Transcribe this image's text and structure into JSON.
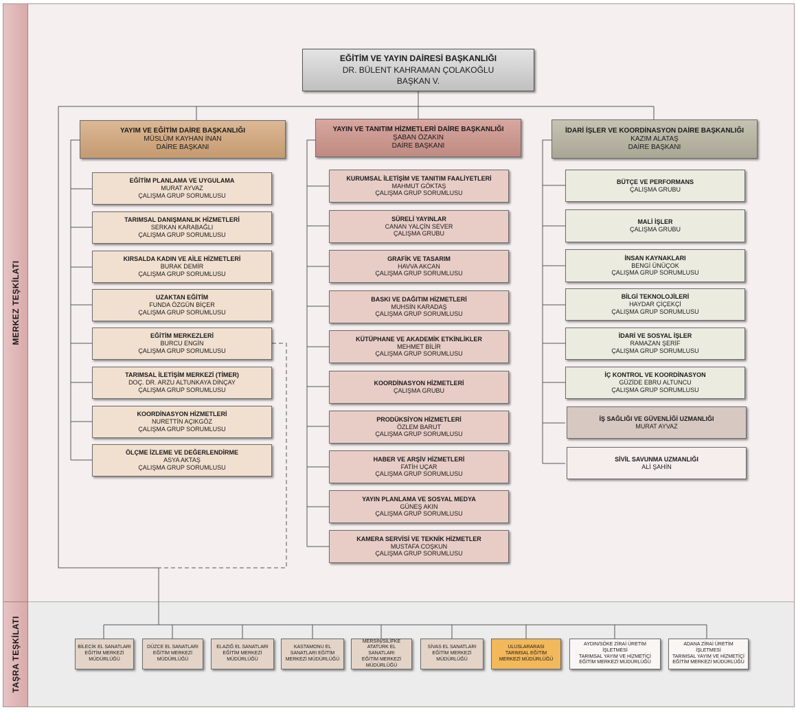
{
  "side": {
    "merkez": "MERKEZ TEŞKİLATI",
    "tasra": "TAŞRA TEŞKİLATI"
  },
  "top": {
    "title": "EĞİTİM VE YAYIN DAİRESİ BAŞKANLIĞI",
    "name": "DR. BÜLENT KAHRAMAN ÇOLAKOĞLU",
    "role": "BAŞKAN V."
  },
  "departments": [
    {
      "title": "YAYIM VE EĞİTİM DAİRE BAŞKANLIĞI",
      "name": "MÜSLÜM KAYHAN İNAN",
      "role": "DAİRE BAŞKANI"
    },
    {
      "title": "YAYIN VE TANITIM HİZMETLERİ DAİRE BAŞKANLIĞI",
      "name": "ŞABAN ÖZAKIN",
      "role": "DAİRE BAŞKANI"
    },
    {
      "title": "İDARİ İŞLER VE KOORDİNASYON DAİRE BAŞKANLIĞI",
      "name": "KAZIM ALATAŞ",
      "role": "DAİRE BAŞKANI"
    }
  ],
  "col1": [
    {
      "title": "EĞİTİM PLANLAMA VE UYGULAMA",
      "name": "MURAT AYVAZ",
      "role": "ÇALIŞMA GRUP SORUMLUSU"
    },
    {
      "title": "TARIMSAL DANIŞMANLIK HİZMETLERİ",
      "name": "SERKAN KARABAĞLI",
      "role": "ÇALIŞMA GRUP SORUMLUSU"
    },
    {
      "title": "KIRSALDA KADIN VE AİLE HİZMETLERİ",
      "name": "BURAK DEMİR",
      "role": "ÇALIŞMA GRUP SORUMLUSU"
    },
    {
      "title": "UZAKTAN EĞİTİM",
      "name": "FUNDA ÖZGÜN BİÇER",
      "role": "ÇALIŞMA GRUP SORUMLUSU"
    },
    {
      "title": "EĞİTİM MERKEZLERİ",
      "name": "BURCU ENGİN",
      "role": "ÇALIŞMA GRUP SORUMLUSU"
    },
    {
      "title": "TARIMSAL İLETİŞİM MERKEZİ (TİMER)",
      "name": "DOÇ. DR. ARZU ALTUNKAYA DİNÇAY",
      "role": "ÇALIŞMA GRUP SORUMLUSU"
    },
    {
      "title": "KOORDİNASYON HİZMETLERİ",
      "name": "NURETTİN AÇIKGÖZ",
      "role": "ÇALIŞMA GRUP SORUMLUSU"
    },
    {
      "title": "ÖLÇME İZLEME VE DEĞERLENDİRME",
      "name": "ASYA AKTAŞ",
      "role": "ÇALIŞMA GRUP SORUMLUSU"
    }
  ],
  "col2": [
    {
      "title": "KURUMSAL İLETİŞİM VE TANITIM FAALİYETLERİ",
      "name": "MAHMUT GÖKTAŞ",
      "role": "ÇALIŞMA GRUP SORUMLUSU"
    },
    {
      "title": "SÜRELİ YAYINLAR",
      "name": "CANAN YALÇİN SEVER",
      "role": "ÇALIŞMA GRUBU"
    },
    {
      "title": "GRAFİK VE TASARIM",
      "name": "HAVVA AKCAN",
      "role": "ÇALIŞMA GRUP SORUMLUSU"
    },
    {
      "title": "BASKI VE DAĞITIM HİZMETLERİ",
      "name": "MUHSİN KARADAŞ",
      "role": "ÇALIŞMA GRUP SORUMLUSU"
    },
    {
      "title": "KÜTÜPHANE VE AKADEMİK ETKİNLİKLER",
      "name": "MEHMET BİLİR",
      "role": "ÇALIŞMA GRUP SORUMLUSU"
    },
    {
      "title": "KOORDİNASYON HİZMETLERİ",
      "name": "ÇALIŞMA GRUBU",
      "role": ""
    },
    {
      "title": "PRODÜKSİYON HİZMETLERİ",
      "name": "ÖZLEM BARUT",
      "role": "ÇALIŞMA GRUP SORUMLUSU"
    },
    {
      "title": "HABER VE ARŞİV HİZMETLERİ",
      "name": "FATİH UÇAR",
      "role": "ÇALIŞMA GRUP SORUMLUSU"
    },
    {
      "title": "YAYIN PLANLAMA VE SOSYAL MEDYA",
      "name": "GÜNEŞ AKIN",
      "role": "ÇALIŞMA GRUP SORUMLUSU"
    },
    {
      "title": "KAMERA SERVİSİ VE TEKNİK HİZMETLER",
      "name": "MUSTAFA COŞKUN",
      "role": "ÇALIŞMA GRUP SORUMLUSU"
    }
  ],
  "col3": [
    {
      "title": "BÜTÇE VE PERFORMANS",
      "name": "ÇALIŞMA GRUBU",
      "role": ""
    },
    {
      "title": "MALİ İŞLER",
      "name": "ÇALIŞMA GRUBU",
      "role": ""
    },
    {
      "title": "İNSAN KAYNAKLARI",
      "name": "BENGİ ÜNÜÇOK",
      "role": "ÇALIŞMA GRUP SORUMLUSU"
    },
    {
      "title": "BİLGİ TEKNOLOJİLERİ",
      "name": "HAYDAR ÇİÇEKÇİ",
      "role": "ÇALIŞMA GRUP SORUMLUSU"
    },
    {
      "title": "İDARİ VE SOSYAL İŞLER",
      "name": "RAMAZAN ŞERİF",
      "role": "ÇALIŞMA GRUP SORUMLUSU"
    },
    {
      "title": "İÇ KONTROL VE KOORDİNASYON",
      "name": "GÜZİDE EBRU ALTUNCU",
      "role": "ÇALIŞMA GRUP SORUMLUSU"
    },
    {
      "title": "İŞ SAĞLIĞI VE GÜVENLİĞİ UZMANLIĞI",
      "name": "MURAT AYVAZ",
      "role": ""
    },
    {
      "title": "SİVİL SAVUNMA UZMANLIĞI",
      "name": "ALİ ŞAHİN",
      "role": ""
    }
  ],
  "tasra": [
    {
      "l1": "BİLECİK EL SANATLARI",
      "l2": "EĞİTİM MERKEZİ",
      "l3": "MÜDÜRLÜĞÜ",
      "l4": ""
    },
    {
      "l1": "DÜZCE EL SANATLARI",
      "l2": "EĞİTİM MERKEZİ",
      "l3": "MÜDÜRLÜĞÜ",
      "l4": ""
    },
    {
      "l1": "ELAZIĞ EL SANATLARI",
      "l2": "EĞİTİM MERKEZİ",
      "l3": "MÜDÜRLÜĞÜ",
      "l4": ""
    },
    {
      "l1": "KASTAMONU EL",
      "l2": "SANATLARI EĞİTİM",
      "l3": "MERKEZİ MÜDÜRLÜĞÜ",
      "l4": ""
    },
    {
      "l1": "MERSİN/SİLİFKE",
      "l2": "ATATÜRK EL SANATLARI",
      "l3": "EĞİTİM MERKEZİ",
      "l4": "MÜDÜRLÜĞÜ"
    },
    {
      "l1": "SİVAS EL SANATLARI",
      "l2": "EĞİTİM MERKEZİ",
      "l3": "MÜDÜRLÜĞÜ",
      "l4": ""
    },
    {
      "l1": "ULUSLARARASI",
      "l2": "TARIMSAL EĞİTİM",
      "l3": "MERKEZİ MÜDÜRLÜĞÜ",
      "l4": ""
    },
    {
      "l1": "AYDIN/SÖKE ZİRAİ ÜRETİM İŞLETMESİ",
      "l2": "TARIMSAL YAYIM VE HİZMETİÇİ",
      "l3": "EĞİTİM MERKEZİ MÜDÜRLÜĞÜ",
      "l4": ""
    },
    {
      "l1": "ADANA ZİRAİ ÜRETİM İŞLETMESİ",
      "l2": "TARIMSAL YAYIM VE HİZMETİÇİ",
      "l3": "EĞİTİM MERKEZİ MÜDÜRLÜĞÜ",
      "l4": ""
    }
  ]
}
